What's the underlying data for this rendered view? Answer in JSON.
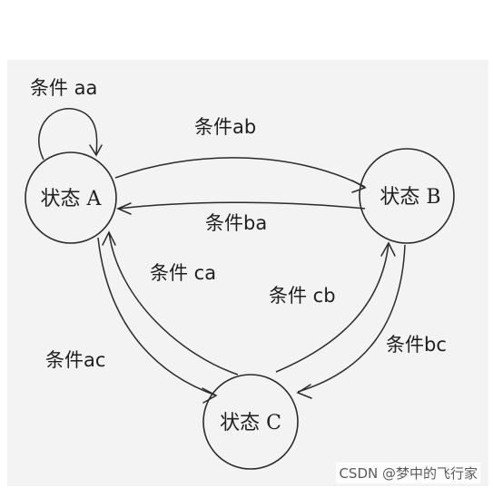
{
  "diagram": {
    "nodes": {
      "a": {
        "label": "状态 A"
      },
      "b": {
        "label": "状态 B"
      },
      "c": {
        "label": "状态 C"
      }
    },
    "edges": {
      "aa": {
        "label": "条件 aa"
      },
      "ab": {
        "label": "条件ab"
      },
      "ba": {
        "label": "条件ba"
      },
      "ca": {
        "label": "条件 ca"
      },
      "cb": {
        "label": "条件 cb"
      },
      "ac": {
        "label": "条件ac"
      },
      "bc": {
        "label": "条件bc"
      }
    }
  },
  "watermark": {
    "text": "CSDN @梦中的飞行家"
  }
}
